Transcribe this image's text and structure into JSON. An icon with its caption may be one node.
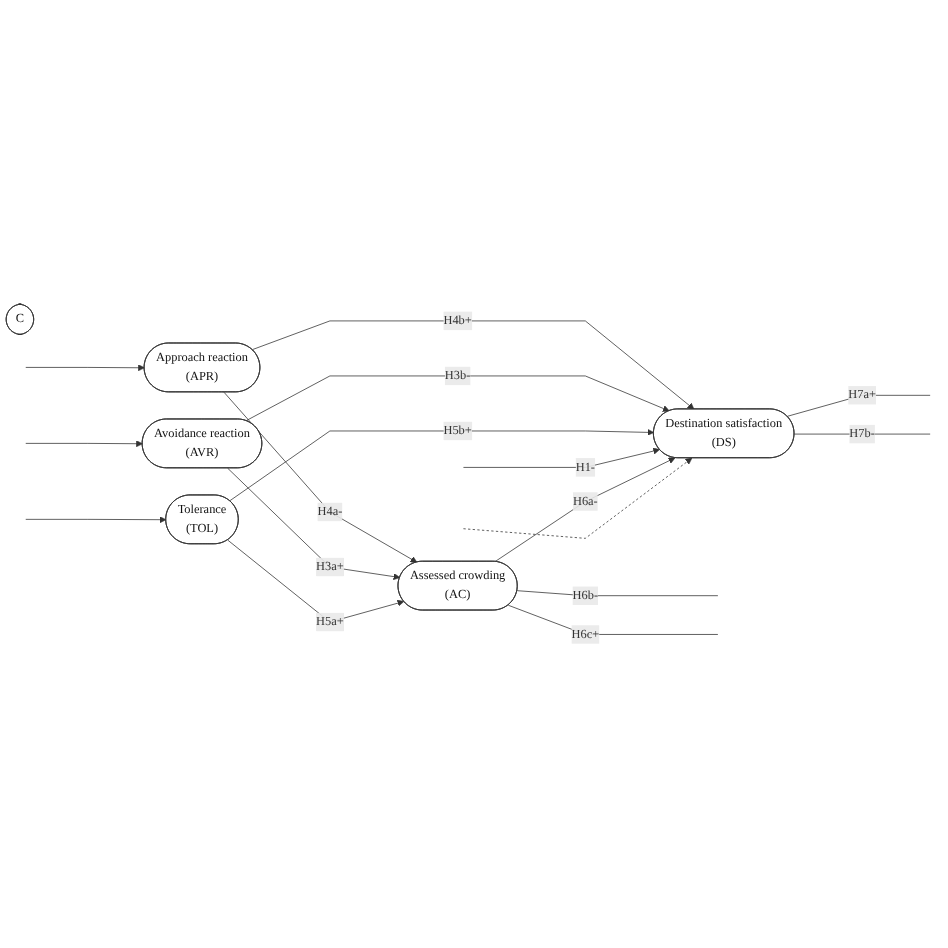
{
  "diagram": {
    "nodes": [
      {
        "text": [
          "Approach reaction",
          "(APR)"
        ]
      },
      {
        "text": [
          "Avoidance reaction",
          "(AVR)"
        ]
      },
      {
        "text": [
          "Tolerance",
          "(TOL)"
        ]
      },
      {
        "text": [
          "Assessed crowding",
          "(AC)"
        ]
      },
      {
        "text": [
          "Destination satisfaction",
          "(DS)"
        ]
      },
      {
        "text": [
          "C"
        ]
      }
    ],
    "edges": [
      {
        "from": null,
        "to": 0,
        "arrow": "to"
      },
      {
        "from": null,
        "to": 1,
        "arrow": "to"
      },
      {
        "from": null,
        "to": 2,
        "arrow": "to"
      },
      {
        "from": 0,
        "to": 3,
        "label": "H4a-",
        "arrow": "to"
      },
      {
        "from": 0,
        "to": 4,
        "label": "H4b+",
        "arrow": "to"
      },
      {
        "from": 1,
        "to": 3,
        "label": "H3a+",
        "arrow": "to"
      },
      {
        "from": 1,
        "to": 4,
        "label": "H3b-",
        "arrow": "to"
      },
      {
        "from": 2,
        "to": 3,
        "label": "H5a+",
        "arrow": "to"
      },
      {
        "from": 2,
        "to": 4,
        "label": "H5b+",
        "arrow": "to"
      },
      {
        "from": null,
        "to": 4,
        "label": "H1-",
        "arrow": "to"
      },
      {
        "from": 3,
        "to": 4,
        "label": "H6a-",
        "arrow": "to"
      },
      {
        "from": 3,
        "to": null,
        "label": "H6b-",
        "arrow": "none"
      },
      {
        "from": 3,
        "to": null,
        "label": "H6c+",
        "arrow": "none"
      },
      {
        "from": null,
        "to": 4,
        "arrow": "to",
        "style": "dashed"
      },
      {
        "from": 4,
        "to": null,
        "label": "H7a+",
        "arrow": "none"
      },
      {
        "from": 4,
        "to": null,
        "label": "H7b-",
        "arrow": "none"
      }
    ]
  }
}
